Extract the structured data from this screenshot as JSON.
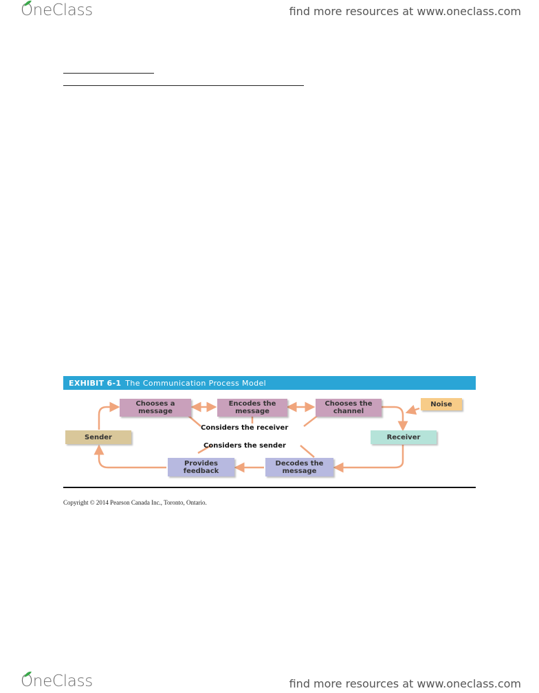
{
  "header": {
    "logo": "OneClass",
    "tagline": "find more resources at www.oneclass.com"
  },
  "footer": {
    "logo": "OneClass",
    "tagline": "find more resources at www.oneclass.com"
  },
  "exhibit": {
    "label": "EXHIBIT 6-1",
    "title": "The Communication Process Model",
    "nodes": {
      "chooses_message": "Chooses a\nmessage",
      "encodes": "Encodes the\nmessage",
      "chooses_channel": "Chooses the\nchannel",
      "noise": "Noise",
      "sender": "Sender",
      "receiver": "Receiver",
      "provides_feedback": "Provides\nfeedback",
      "decodes": "Decodes the\nmessage"
    },
    "labels": {
      "considers_receiver": "Considers the receiver",
      "considers_sender": "Considers the sender"
    },
    "colors": {
      "header": "#2aa5d6",
      "arrow": "#f0a57c",
      "purple": "#c9a0bb",
      "tan": "#d9c79a",
      "teal": "#b5e3d9",
      "orange": "#f7cc88",
      "blue": "#b7b9e0"
    }
  },
  "copyright": "Copyright © 2014 Pearson Canada Inc., Toronto, Ontario."
}
